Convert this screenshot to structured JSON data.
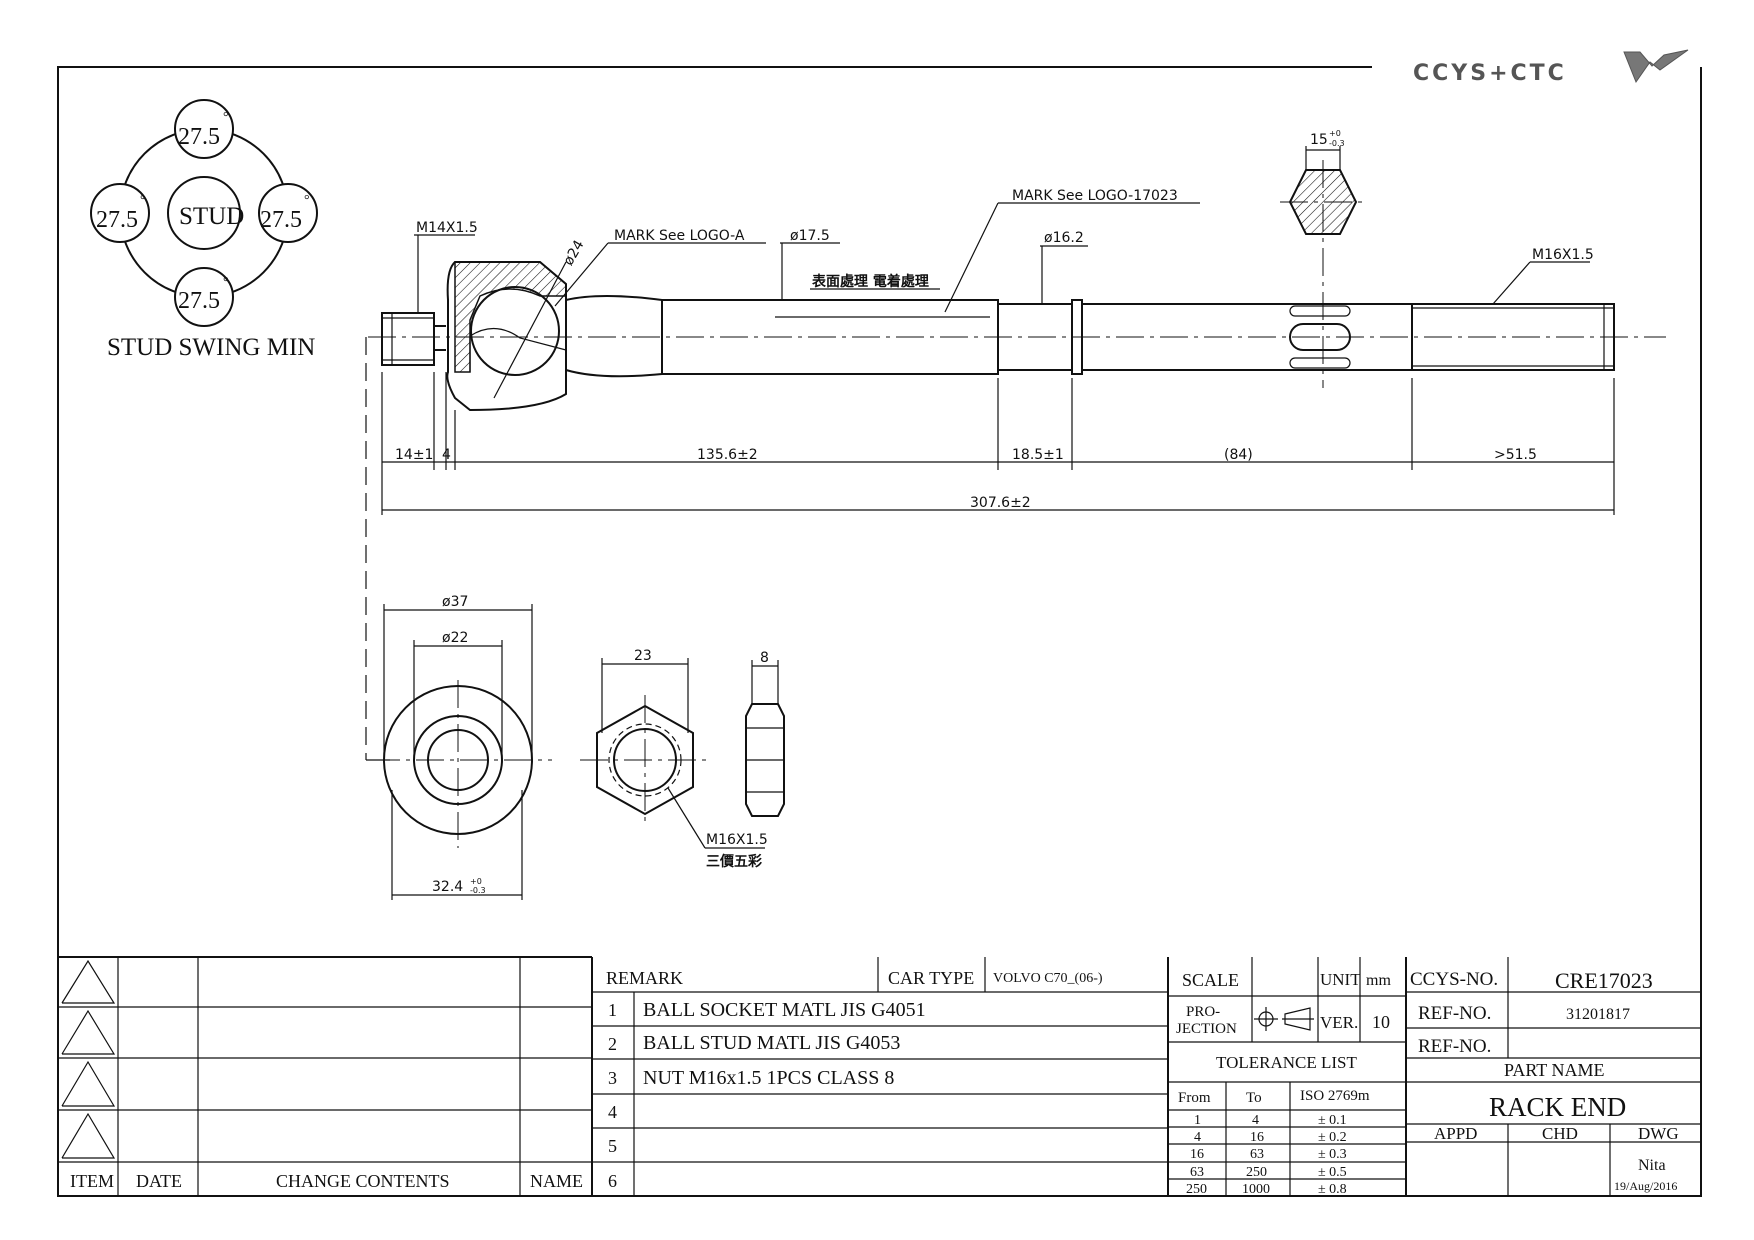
{
  "logo": {
    "text": "CCYS+CTC"
  },
  "swing": {
    "center_label": "STUD",
    "angles": [
      "27.5",
      "27.5",
      "27.5",
      "27.5"
    ],
    "degree": "°",
    "caption": "STUD SWING MIN"
  },
  "callouts": {
    "m14": "M14X1.5",
    "mark_a": "MARK  See  LOGO-A",
    "d24": "ø24",
    "d175": "ø17.5",
    "d162": "ø16.2",
    "mark_logo": "MARK  See  LOGO-17023",
    "surface": "表面處理 電着處理",
    "m16": "M16X1.5",
    "hex": "15",
    "hex_tol_up": "+0",
    "hex_tol_lo": "-0.3"
  },
  "dims": {
    "d1": "14±1",
    "d2": "4",
    "d3": "135.6±2",
    "d4": "18.5±1",
    "d5": "(84)",
    "d6": ">51.5",
    "total": "307.6±2"
  },
  "lower": {
    "d37": "ø37",
    "d22": "ø22",
    "d324": "32.4",
    "d324_tol_up": "+0",
    "d324_tol_lo": "-0.3",
    "nut_w": "23",
    "nut_t": "8",
    "nut_thread": "M16X1.5",
    "nut_note": "三價五彩"
  },
  "revision": {
    "headers": [
      "ITEM",
      "DATE",
      "CHANGE CONTENTS",
      "NAME"
    ]
  },
  "remark": {
    "label": "REMARK",
    "car_type_label": "CAR TYPE",
    "car_type": "VOLVO  C70_(06-)",
    "rows": [
      {
        "n": "1",
        "text": "BALL SOCKET MATL JIS G4051"
      },
      {
        "n": "2",
        "text": "BALL STUD MATL JIS G4053"
      },
      {
        "n": "3",
        "text": "NUT M16x1.5 1PCS CLASS 8"
      },
      {
        "n": "4",
        "text": ""
      },
      {
        "n": "5",
        "text": ""
      },
      {
        "n": "6",
        "text": ""
      }
    ]
  },
  "info": {
    "scale": "SCALE",
    "unit": "UNIT",
    "unit_val": "mm",
    "projection": [
      "PRO-",
      "JECTION"
    ],
    "ver": "VER.",
    "ver_val": "10",
    "tolerance_title": "TOLERANCE LIST",
    "tol_headers": [
      "From",
      "To",
      "ISO 2769m"
    ],
    "tol_rows": [
      [
        "1",
        "4",
        "± 0.1"
      ],
      [
        "4",
        "16",
        "± 0.2"
      ],
      [
        "16",
        "63",
        "± 0.3"
      ],
      [
        "63",
        "250",
        "± 0.5"
      ],
      [
        "250",
        "1000",
        "± 0.8"
      ]
    ]
  },
  "title": {
    "ccys_label": "CCYS-NO.",
    "ccys_val": "CRE17023",
    "ref1_label": "REF-NO.",
    "ref1_val": "31201817",
    "ref2_label": "REF-NO.",
    "ref2_val": "",
    "part_name_label": "PART NAME",
    "part_name": "RACK END",
    "appd": "APPD",
    "chd": "CHD",
    "dwg": "DWG",
    "drawer": "Nita",
    "date": "19/Aug/2016"
  }
}
